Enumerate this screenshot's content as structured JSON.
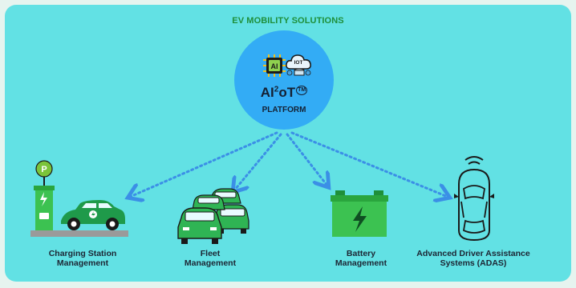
{
  "header": {
    "title": "EV MOBILITY SOLUTIONS"
  },
  "hub": {
    "chip_label": "AI",
    "iot_label": "IOT",
    "logo_base": "AI",
    "logo_sup": "2",
    "logo_rest": "oT",
    "trademark": "TM",
    "subtitle": "PLATFORM"
  },
  "solutions": [
    {
      "line1": "Charging Station",
      "line2": "Management",
      "icon": "charging-station-icon"
    },
    {
      "line1": "Fleet",
      "line2": "Management",
      "icon": "fleet-cars-icon"
    },
    {
      "line1": "Battery",
      "line2": "Management",
      "icon": "battery-icon"
    },
    {
      "line1": "Advanced Driver Assistance",
      "line2": "Systems (ADAS)",
      "icon": "connected-car-icon"
    }
  ],
  "charger_sign": "P",
  "colors": {
    "background": "#e6f4ef",
    "panel": "#62e1e4",
    "hub": "#33acf5",
    "accent_green": "#3cc251",
    "dark_green": "#1f8f3a",
    "connector": "#3b8fe6"
  }
}
